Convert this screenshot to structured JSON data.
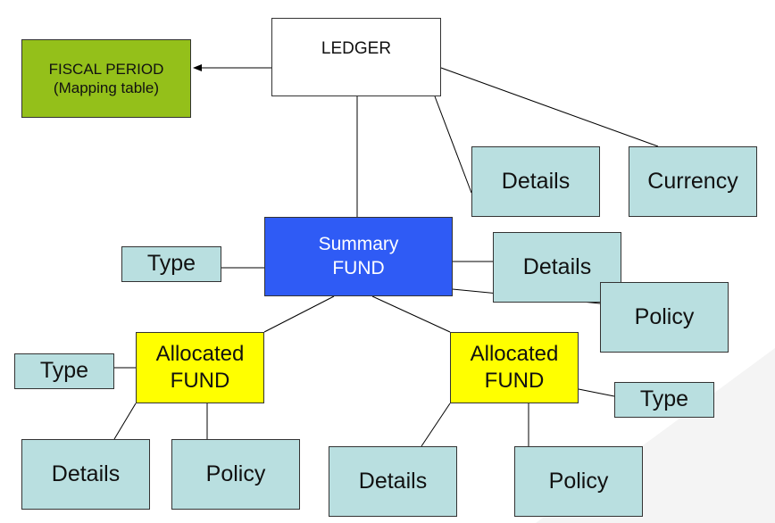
{
  "nodes": {
    "ledger": "LEDGER",
    "fiscal_period": "FISCAL PERIOD\n(Mapping table)",
    "summary_fund": "Summary\nFUND",
    "allocated_fund_left": "Allocated\nFUND",
    "allocated_fund_right": "Allocated\nFUND",
    "ledger_details": "Details",
    "ledger_currency": "Currency",
    "summary_type": "Type",
    "summary_details": "Details",
    "summary_policy": "Policy",
    "left_type": "Type",
    "left_details": "Details",
    "left_policy": "Policy",
    "right_type": "Type",
    "right_details": "Details",
    "right_policy": "Policy"
  },
  "colors": {
    "ledger": "#ffffff",
    "fiscal_period": "#94c01a",
    "summary_fund": "#2f5bf5",
    "allocated_fund": "#ffff00",
    "leaf": "#b9dfe0"
  }
}
